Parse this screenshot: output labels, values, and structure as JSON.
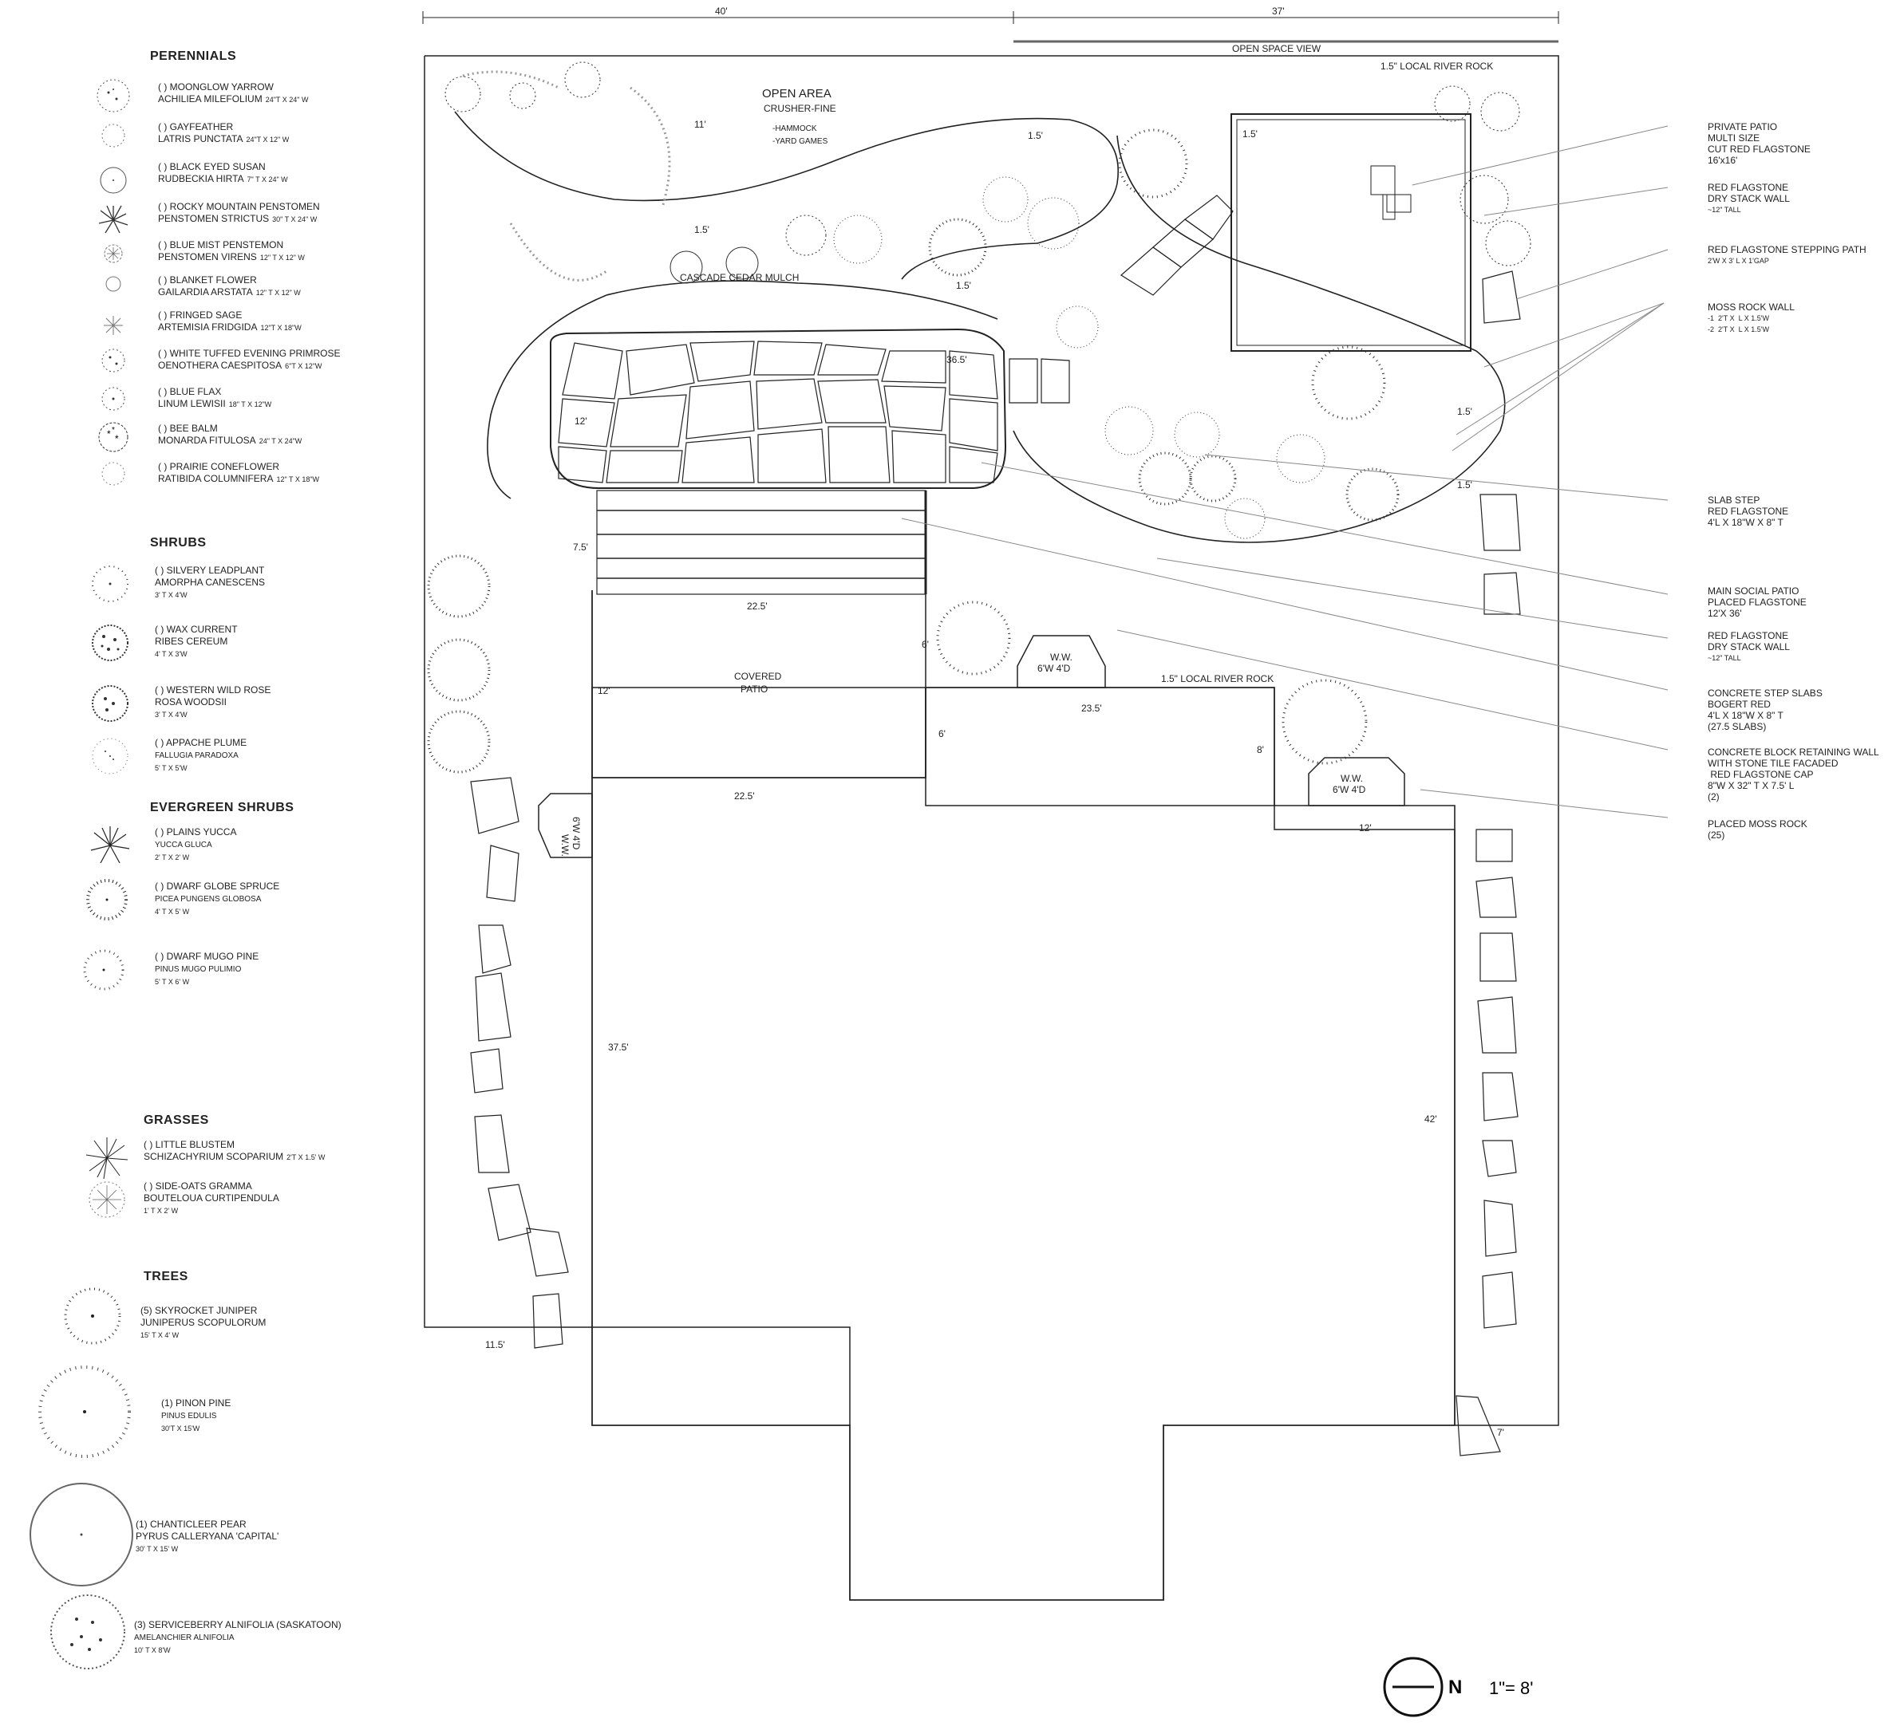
{
  "dimensions": {
    "top_left": "40'",
    "top_right": "37'"
  },
  "legend": {
    "perennials": {
      "heading": "PERENNIALS",
      "items": [
        {
          "common": "( ) MOONGLOW YARROW",
          "latin": "ACHILIEA MILEFOLIUM",
          "size": "24\"T X 24\" W",
          "icon": "dotted-circle-icon"
        },
        {
          "common": "( ) GAYFEATHER",
          "latin": "LATRIS PUNCTATA",
          "size": "24\"T X 12\" W",
          "icon": "dotted-circle-icon"
        },
        {
          "common": "( ) BLACK EYED SUSAN",
          "latin": "RUDBECKIA HIRTA",
          "size": "7\" T X 24\" W",
          "icon": "circle-icon"
        },
        {
          "common": "( ) ROCKY MOUNTAIN PENSTOMEN",
          "latin": "PENSTOMEN STRICTUS",
          "size": "30\" T X 24\" W",
          "icon": "spiky-icon"
        },
        {
          "common": "( ) BLUE MIST PENSTEMON",
          "latin": "PENSTOMEN VIRENS",
          "size": "12\" T X 12\" W",
          "icon": "star-circle-icon"
        },
        {
          "common": "( ) BLANKET FLOWER",
          "latin": "GAILARDIA ARSTATA",
          "size": "12\" T X 12\" W",
          "icon": "circle-icon"
        },
        {
          "common": "( ) FRINGED SAGE",
          "latin": "ARTEMISIA FRIDGIDA",
          "size": "12\"T X 18\"W",
          "icon": "star-icon"
        },
        {
          "common": "( ) WHITE TUFFED EVENING PRIMROSE",
          "latin": "OENOTHERA  CAESPITOSA",
          "size": "6\"T X 12\"W",
          "icon": "dotted-circle-icon"
        },
        {
          "common": "( ) BLUE FLAX",
          "latin": "LINUM LEWISII",
          "size": "18\" T X 12\"W",
          "icon": "dotted-circle-icon"
        },
        {
          "common": "( ) BEE BALM",
          "latin": "MONARDA FITULOSA",
          "size": "24\" T X 24\"W",
          "icon": "asterisk-circle-icon"
        },
        {
          "common": "( ) PRAIRIE CONEFLOWER",
          "latin": "RATIBIDA COLUMNIFERA",
          "size": "12\" T X 18\"W",
          "icon": "dotted-circle-icon"
        }
      ]
    },
    "shrubs": {
      "heading": "SHRUBS",
      "items": [
        {
          "common": "( ) SILVERY LEADPLANT",
          "latin": "AMORPHA CANESCENS",
          "size": "3' T X 4'W",
          "icon": "tick-circle-icon"
        },
        {
          "common": "( ) WAX CURRENT",
          "latin": "RIBES CEREUM",
          "size": "4' T X 3'W",
          "icon": "dense-dot-circle-icon"
        },
        {
          "common": "( ) WESTERN WILD ROSE",
          "latin": "ROSA WOODSII",
          "size": "3' T X 4'W",
          "icon": "dense-dot-circle-icon"
        },
        {
          "common": "( ) APPACHE PLUME",
          "latin": "FALLUGIA PARADOXA",
          "size": "5' T X 5'W",
          "icon": "dotted-circle-icon"
        }
      ]
    },
    "evergreen_shrubs": {
      "heading": "EVERGREEN SHRUBS",
      "items": [
        {
          "common": "( ) PLAINS YUCCA",
          "latin": "YUCCA GLUCA",
          "size": "2' T X 2' W",
          "icon": "yucca-icon"
        },
        {
          "common": "( ) DWARF GLOBE SPRUCE",
          "latin": "PICEA PUNGENS GLOBOSA",
          "size": "4' T X 5' W",
          "icon": "tick-circle-icon"
        },
        {
          "common": "( ) DWARF MUGO PINE",
          "latin": "PINUS MUGO PULIMIO",
          "size": "5' T X 6' W",
          "icon": "tick-circle-icon"
        }
      ]
    },
    "grasses": {
      "heading": "GRASSES",
      "items": [
        {
          "common": "( ) LITTLE BLUSTEM",
          "latin": "SCHIZACHYRIUM SCOPARIUM",
          "size": "2'T X 1.5' W",
          "icon": "spiky-icon"
        },
        {
          "common": "( ) SIDE-OATS GRAMMA",
          "latin": "BOUTELOUA CURTIPENDULA",
          "size": "1' T X 2' W",
          "icon": "star-circle-icon"
        }
      ]
    },
    "trees": {
      "heading": "TREES",
      "items": [
        {
          "common": "(5) SKYROCKET JUNIPER",
          "latin": "JUNIPERUS SCOPULORUM",
          "size": "15' T X 4' W",
          "icon": "tick-circle-icon"
        },
        {
          "common": "(1) PINON PINE",
          "latin": "PINUS EDULIS",
          "size": "30'T X 15'W",
          "icon": "tick-circle-icon"
        },
        {
          "common": "(1) CHANTICLEER PEAR",
          "latin": "PYRUS CALLERYANA 'CAPITAL'",
          "size": "30' T X 15' W",
          "icon": "circle-icon"
        },
        {
          "common": "(3) SERVICEBERRY ALNIFOLIA (SASKATOON)",
          "latin": "AMELANCHIER ALNIFOLIA",
          "size": "10' T X 8'W",
          "icon": "dense-dot-circle-icon"
        }
      ]
    }
  },
  "plan_labels": {
    "open_space_view": "OPEN SPACE VIEW",
    "river_rock_top": "1.5\" LOCAL RIVER ROCK",
    "open_area": "OPEN AREA",
    "crusher_fine": "CRUSHER-FINE",
    "hammock": "-HAMMOCK",
    "yard_games": "-YARD GAMES",
    "cedar_mulch": "CASCADE CEDAR MULCH",
    "covered_patio_1": "COVERED",
    "covered_patio_2": "PATIO",
    "ww_label": "W.W.",
    "ww_size": "6'W 4'D",
    "river_rock_mid": "1.5\" LOCAL RIVER ROCK",
    "dims": {
      "d11": "11'",
      "d1_5a": "1.5'",
      "d1_5b": "1.5'",
      "d1_5c": "1.5'",
      "d1_5d": "1.5'",
      "d1_5e": "1.5'",
      "d1_5f": "1.5'",
      "d36_5": "36.5'",
      "d12a": "12'",
      "d7_5": "7.5'",
      "d22_5a": "22.5'",
      "d6a": "6'",
      "d12b": "12'",
      "d23_5": "23.5'",
      "d6b": "6'",
      "d22_5b": "22.5'",
      "d8": "8'",
      "d12c": "12'",
      "d37_5": "37.5'",
      "d42": "42'",
      "d11_5": "11.5'",
      "d7": "7'"
    }
  },
  "callouts": [
    {
      "lines": [
        "PRIVATE PATIO",
        "MULTI SIZE",
        "CUT RED FLAGSTONE",
        "16'x16'"
      ],
      "small": ""
    },
    {
      "lines": [
        "RED FLAGSTONE",
        "DRY STACK WALL"
      ],
      "small": "~12\" TALL"
    },
    {
      "lines": [
        "RED FLAGSTONE STEPPING PATH"
      ],
      "small": "2'W X  3' L X 1'GAP"
    },
    {
      "lines": [
        "MOSS ROCK WALL"
      ],
      "small": "-1  2'T X  L X 1.5'W\n-2  2'T X  L X 1.5'W"
    },
    {
      "lines": [
        "SLAB STEP",
        "RED FLAGSTONE",
        "4'L X 18\"W X 8\" T"
      ],
      "small": ""
    },
    {
      "lines": [
        "MAIN SOCIAL PATIO",
        "PLACED FLAGSTONE",
        "12'X 36'"
      ],
      "small": ""
    },
    {
      "lines": [
        "RED FLAGSTONE",
        "DRY STACK WALL"
      ],
      "small": "~12\" TALL"
    },
    {
      "lines": [
        "CONCRETE STEP SLABS",
        "BOGERT RED",
        "4'L X 18\"W X 8\" T",
        "(27.5 SLABS)"
      ],
      "small": ""
    },
    {
      "lines": [
        "CONCRETE BLOCK RETAINING WALL",
        "WITH STONE TILE FACADED",
        " RED FLAGSTONE CAP",
        "8\"W X 32\" T X 7.5' L",
        "(2)"
      ],
      "small": ""
    },
    {
      "lines": [
        "PLACED MOSS ROCK",
        "(25)"
      ],
      "small": ""
    }
  ],
  "north": {
    "letter": "N",
    "scale": "1\"= 8'"
  }
}
